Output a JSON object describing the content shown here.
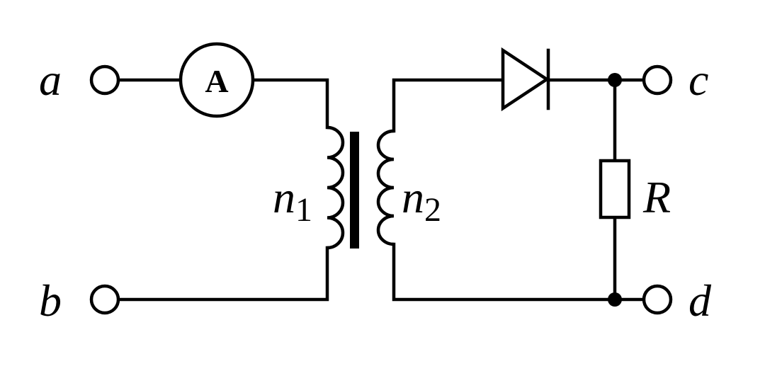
{
  "terminals": {
    "a": "a",
    "b": "b",
    "c": "c",
    "d": "d"
  },
  "ammeter": {
    "symbol": "A"
  },
  "transformer": {
    "primary": {
      "name": "n",
      "subscript": "1"
    },
    "secondary": {
      "name": "n",
      "subscript": "2"
    }
  },
  "resistor": {
    "label": "R"
  }
}
